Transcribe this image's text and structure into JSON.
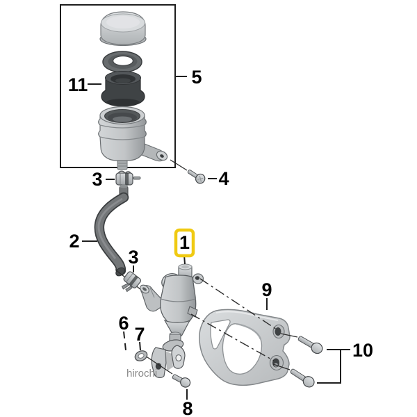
{
  "diagram": {
    "background": "#ffffff",
    "highlight_color": "#F0CA12",
    "label_color": "#000000",
    "watermark": {
      "text": "hirochi",
      "color": "#8a8a8a"
    }
  },
  "callouts": {
    "c1": {
      "label": "1",
      "highlighted": true
    },
    "c2": {
      "label": "2",
      "highlighted": false
    },
    "c3a": {
      "label": "3",
      "highlighted": false
    },
    "c3b": {
      "label": "3",
      "highlighted": false
    },
    "c4": {
      "label": "4",
      "highlighted": false
    },
    "c5": {
      "label": "5",
      "highlighted": false
    },
    "c6": {
      "label": "6",
      "highlighted": false
    },
    "c7": {
      "label": "7",
      "highlighted": false
    },
    "c8": {
      "label": "8",
      "highlighted": false
    },
    "c9": {
      "label": "9",
      "highlighted": false
    },
    "c10": {
      "label": "10",
      "highlighted": false
    },
    "c11": {
      "label": "11",
      "highlighted": false
    }
  }
}
